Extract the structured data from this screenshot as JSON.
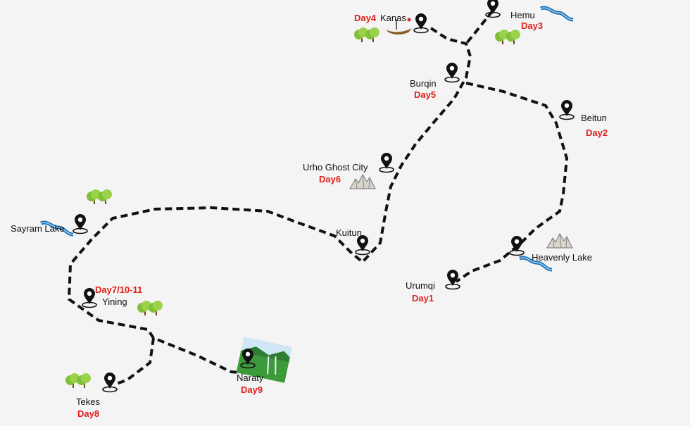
{
  "map": {
    "route_color": "#111111",
    "day_color": "#e0201b",
    "places": [
      {
        "id": "kanas",
        "name": "Kanas",
        "day": "Day4"
      },
      {
        "id": "hemu",
        "name": "Hemu",
        "day": "Day3"
      },
      {
        "id": "burqin",
        "name": "Burqin",
        "day": "Day5"
      },
      {
        "id": "beitun",
        "name": "Beitun",
        "day": "Day2"
      },
      {
        "id": "urho",
        "name": "Urho Ghost City",
        "day": "Day6"
      },
      {
        "id": "kuitun",
        "name": "Kuitun",
        "day": ""
      },
      {
        "id": "sayram",
        "name": "Sayram Lake",
        "day": ""
      },
      {
        "id": "heavenly",
        "name": "Heavenly Lake",
        "day": ""
      },
      {
        "id": "urumqi",
        "name": "Urumqi",
        "day": "Day1"
      },
      {
        "id": "yining",
        "name": "Yining",
        "day": "Day7/10-11"
      },
      {
        "id": "naraty",
        "name": "Naraty",
        "day": "Day9"
      },
      {
        "id": "tekes",
        "name": "Tekes",
        "day": "Day8"
      }
    ]
  }
}
